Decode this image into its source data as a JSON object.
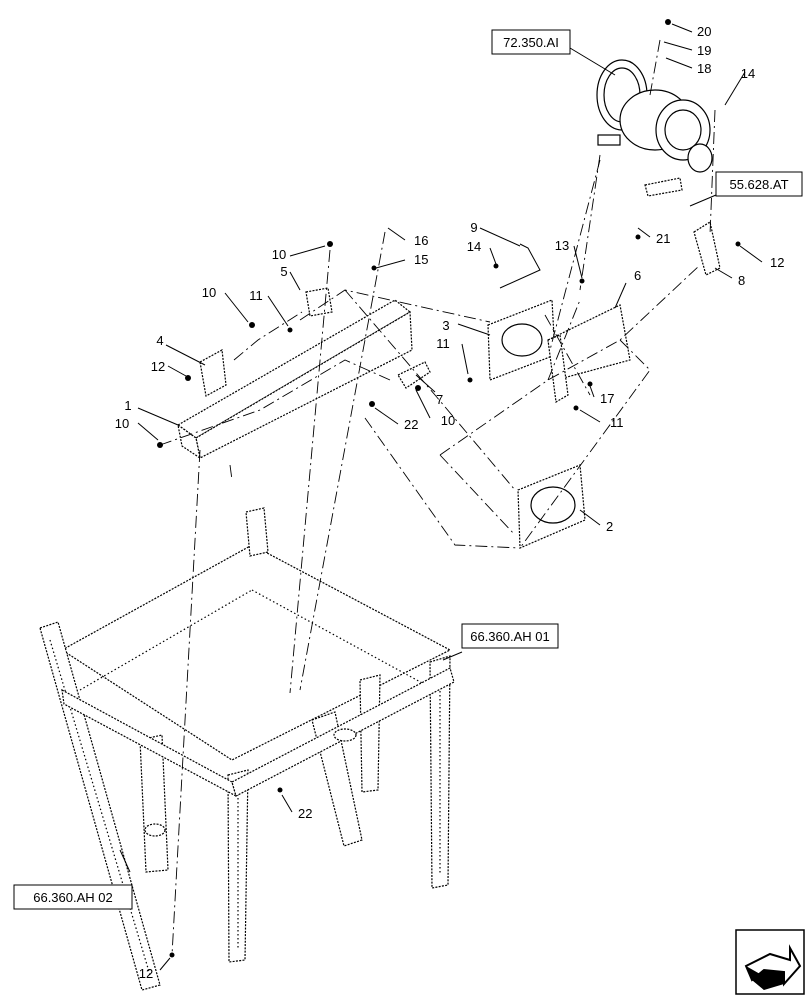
{
  "references": {
    "ref_72350": "72.350.AI",
    "ref_55628": "55.628.AT",
    "ref_66360_01": "66.360.AH 01",
    "ref_66360_02": "66.360.AH 02"
  },
  "callouts": {
    "c1": "1",
    "c2": "2",
    "c3": "3",
    "c4": "4",
    "c5": "5",
    "c6": "6",
    "c7": "7",
    "c8": "8",
    "c9": "9",
    "c10a": "10",
    "c10b": "10",
    "c10c": "10",
    "c10d": "10",
    "c11a": "11",
    "c11b": "11",
    "c11c": "11",
    "c12a": "12",
    "c12b": "12",
    "c12c": "12",
    "c13": "13",
    "c14a": "14",
    "c14b": "14",
    "c15": "15",
    "c16": "16",
    "c17": "17",
    "c18": "18",
    "c19": "19",
    "c20": "20",
    "c21": "21",
    "c22a": "22",
    "c22b": "22"
  },
  "icons": {
    "navigation": "next-page-arrow-icon"
  }
}
